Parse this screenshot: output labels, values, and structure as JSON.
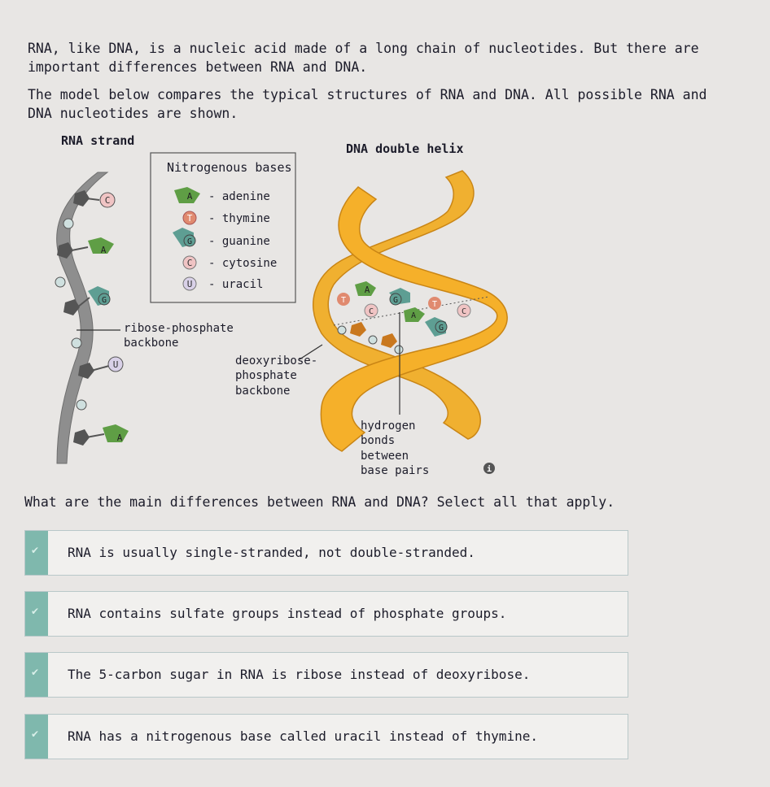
{
  "intro": {
    "paragraph1": "RNA, like DNA, is a nucleic acid made of a long chain of nucleotides. But there are important differences between RNA and DNA.",
    "paragraph2": "The model below compares the typical structures of RNA and DNA. All possible RNA and DNA nucleotides are shown."
  },
  "figure": {
    "rna_title": "RNA strand",
    "dna_title": "DNA double helix",
    "legend": {
      "title": "Nitrogenous bases",
      "items": [
        {
          "letter": "A",
          "label": "- adenine"
        },
        {
          "letter": "T",
          "label": "- thymine"
        },
        {
          "letter": "G",
          "label": "- guanine"
        },
        {
          "letter": "C",
          "label": "- cytosine"
        },
        {
          "letter": "U",
          "label": "- uracil"
        }
      ]
    },
    "rna_bases": [
      "C",
      "A",
      "G",
      "U",
      "A"
    ],
    "dna_bases": [
      "A",
      "T",
      "G",
      "C",
      "T",
      "A",
      "C",
      "G"
    ],
    "ribose_label": [
      "ribose-phosphate",
      "backbone"
    ],
    "deoxy_label": [
      "deoxyribose-",
      "phosphate",
      "backbone"
    ],
    "hbond_label": [
      "hydrogen",
      "bonds",
      "between",
      "base pairs"
    ],
    "info_icon": "i"
  },
  "question": "What are the main differences between RNA and DNA? Select all that apply.",
  "choices": [
    "RNA is usually single-stranded, not double-stranded.",
    "RNA contains sulfate groups instead of phosphate groups.",
    "The 5-carbon sugar in RNA is ribose instead of deoxyribose.",
    "RNA has a nitrogenous base called uracil instead of thymine."
  ],
  "colors": {
    "adenine": "#5f9e45",
    "thymine": "#e08a6f",
    "guanine": "#5e9e93",
    "cytosine": "#f0c4c4",
    "uracil": "#d9d1e8",
    "helix": "#f2a81f",
    "backbone_rna": "#8e8e8e",
    "choice_tick": "#7fb8ad"
  }
}
